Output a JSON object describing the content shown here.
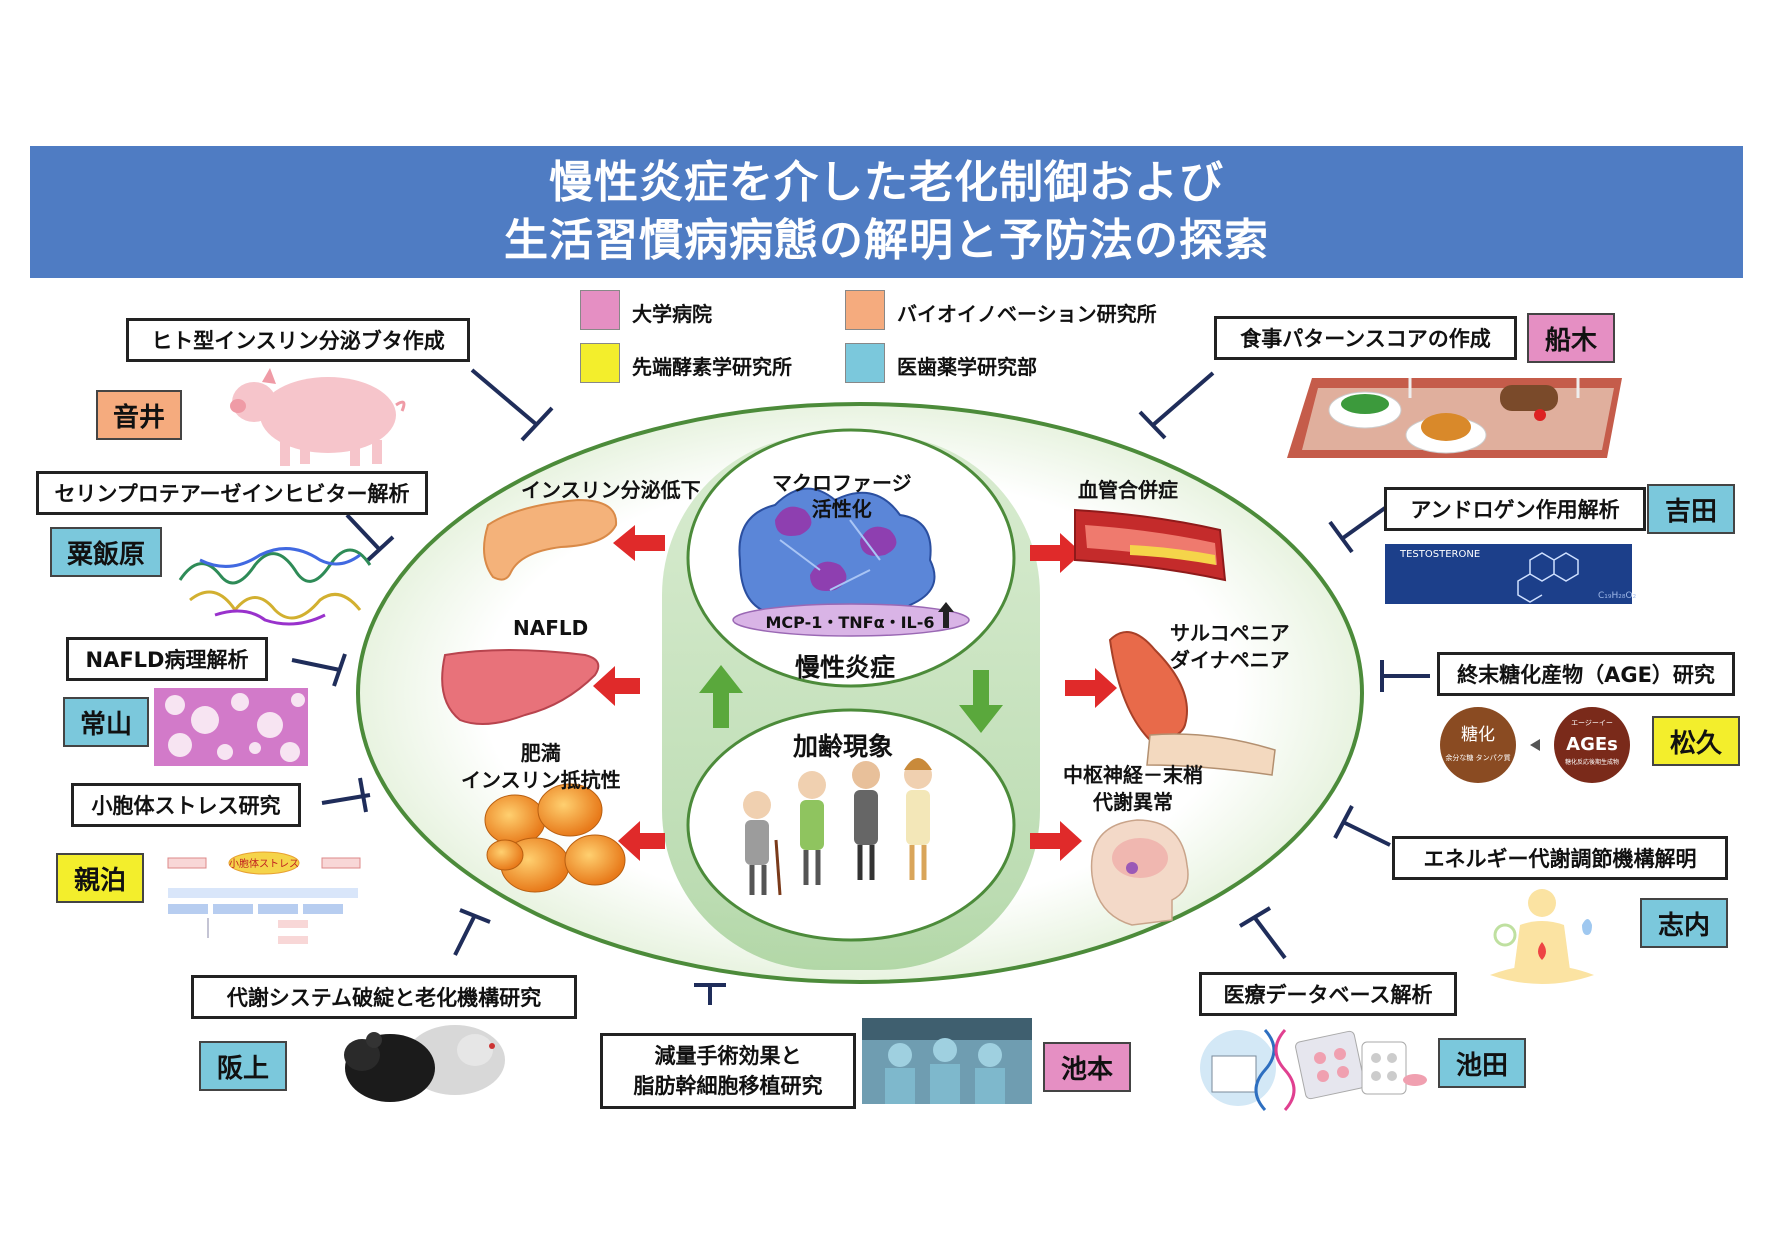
{
  "title": {
    "line1": "慢性炎症を介した老化制御および",
    "line2": "生活習慣病病態の解明と予防法の探索"
  },
  "legend": [
    {
      "label": "大学病院",
      "color": "#e58fc3"
    },
    {
      "label": "バイオイノベーション研究所",
      "color": "#f5ab7e"
    },
    {
      "label": "先端酵素学研究所",
      "color": "#f3ee2c"
    },
    {
      "label": "医歯薬学研究部",
      "color": "#7bc8dc"
    }
  ],
  "center": {
    "macrophage_label_1": "マクロファージ",
    "macrophage_label_2": "活性化",
    "cytokines": "MCP-1・TNFα・IL-6",
    "chronic_inflammation": "慢性炎症",
    "aging": "加齢現象"
  },
  "diseases": {
    "insulin_secretion": "インスリン分泌低下",
    "nafld": "NAFLD",
    "obesity_1": "肥満",
    "obesity_2": "インスリン抵抗性",
    "vascular": "血管合併症",
    "sarcopenia_1": "サルコペニア",
    "sarcopenia_2": "ダイナペニア",
    "neuro_1": "中枢神経－末梢",
    "neuro_2": "代謝異常"
  },
  "research": {
    "pig": {
      "topic": "ヒト型インスリン分泌ブタ作成",
      "person": "音井"
    },
    "serine": {
      "topic": "セリンプロテアーゼインヒビター解析",
      "person": "粟飯原"
    },
    "nafld": {
      "topic": "NAFLD病理解析",
      "person": "常山"
    },
    "er_stress": {
      "topic": "小胞体ストレス研究",
      "person": "親泊"
    },
    "metabolic": {
      "topic": "代謝システム破綻と老化機構研究",
      "person": "阪上"
    },
    "bariatric": {
      "topic_1": "減量手術効果と",
      "topic_2": "脂肪幹細胞移植研究",
      "person": "池本"
    },
    "database": {
      "topic": "医療データベース解析",
      "person": "池田"
    },
    "energy": {
      "topic": "エネルギー代謝調節機構解明",
      "person": "志内"
    },
    "age": {
      "topic": "終末糖化産物（AGE）研究",
      "person": "松久"
    },
    "androgen": {
      "topic": "アンドロゲン作用解析",
      "person": "吉田"
    },
    "diet": {
      "topic": "食事パターンスコアの作成",
      "person": "船木"
    }
  },
  "images": {
    "testosterone": "TESTOSTERONE",
    "formula": "C₁₉H₂₈O₂",
    "glycation": "糖化",
    "glycation_sub": "余分な糖 タンパク質",
    "ages": "AGEs",
    "ages_sub": "糖化反応後期生成物",
    "ages_ruby": "エージーイー",
    "er_header": "小胞体ストレス"
  }
}
